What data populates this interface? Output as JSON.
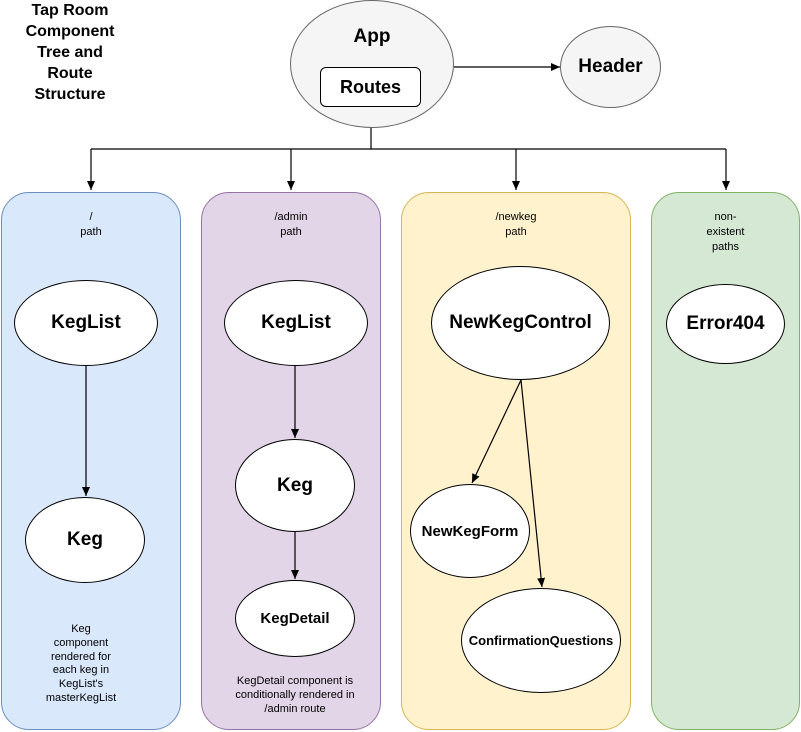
{
  "title": "Tap Room\nComponent\nTree and\nRoute\nStructure",
  "root": {
    "app": "App",
    "routes": "Routes",
    "header": "Header"
  },
  "lanes": [
    {
      "route": "/\npath",
      "color": "#dae8fc",
      "border": "#6c8ebf",
      "nodes": [
        "KegList",
        "Keg"
      ],
      "note": "Keg\ncomponent\nrendered for\neach keg in\nKegList's\nmasterKegList"
    },
    {
      "route": "/admin\npath",
      "color": "#e1d5e7",
      "border": "#9673a6",
      "nodes": [
        "KegList",
        "Keg",
        "KegDetail"
      ],
      "note": "KegDetail component is\nconditionally rendered in\n/admin route"
    },
    {
      "route": "/newkeg\npath",
      "color": "#fff2cc",
      "border": "#d6b656",
      "nodes": [
        "NewKegControl",
        "NewKegForm",
        "ConfirmationQuestions"
      ],
      "note": ""
    },
    {
      "route": "non-\nexistent\npaths",
      "color": "#d5e8d4",
      "border": "#82b366",
      "nodes": [
        "Error404"
      ],
      "note": ""
    }
  ]
}
